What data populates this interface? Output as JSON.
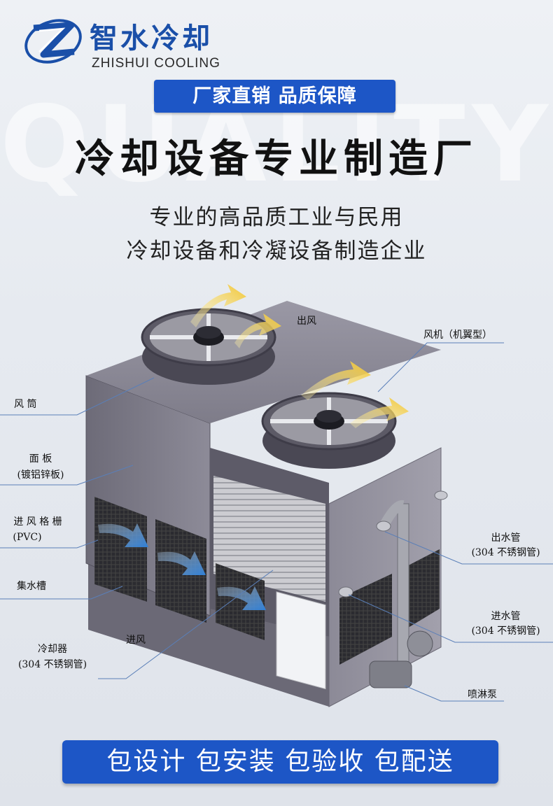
{
  "brand": {
    "name_cn": "智水冷却",
    "name_en": "ZHISHUI COOLING",
    "watermark": "QUALITY"
  },
  "header": {
    "banner": "厂家直销 品质保障",
    "headline": "冷却设备专业制造厂",
    "subline_1": "专业的高品质工业与民用",
    "subline_2": "冷却设备和冷凝设备制造企业"
  },
  "labels": {
    "air_out": "出风",
    "fan": "风机（机翼型）",
    "fan_cylinder": "风  筒",
    "panel": "面  板",
    "panel_note": "(镀铝锌板)",
    "inlet_grille": "进 风 格 栅",
    "inlet_grille_note": "(PVC)",
    "water_basin": "集水槽",
    "cooler": "冷却器",
    "cooler_note": "(304 不锈钢管)",
    "air_in": "进风",
    "water_out": "出水管",
    "water_out_note": "(304 不锈钢管)",
    "water_in": "进水管",
    "water_in_note": "(304 不锈钢管)",
    "spray_pump": "喷淋泵"
  },
  "footer": {
    "banner": "包设计 包安装 包验收 包配送"
  },
  "colors": {
    "accent_blue": "#1d56c6",
    "arrow_yellow": "#f2c530",
    "arrow_blue": "#3d8fe0"
  }
}
